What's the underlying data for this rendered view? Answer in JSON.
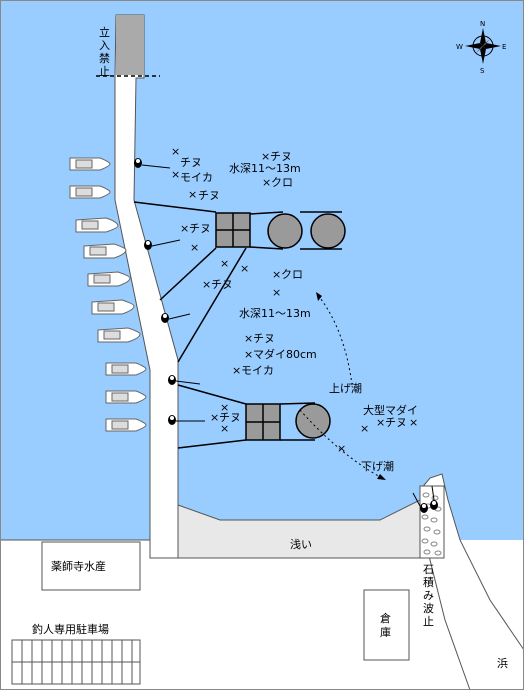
{
  "colors": {
    "sea": "#99CCFF",
    "land": "#FFFFFF",
    "shallow": "#E8E8E8",
    "tank": "#9A9A9A",
    "pier": "#FFFFFF"
  },
  "labels": {
    "restricted": [
      "立",
      "入",
      "禁",
      "止"
    ],
    "depth_upper": "水深11～13m",
    "depth_lower": "水深11～13m",
    "rising_tide": "上げ潮",
    "falling_tide": "下げ潮",
    "shallow": "浅い",
    "seawall": [
      "石",
      "積",
      "み",
      "波",
      "止"
    ],
    "fish_shop": "薬師寺水産",
    "parking": "釣人専用駐車場",
    "warehouse": [
      "倉",
      "庫"
    ],
    "beach": "浜"
  },
  "fish_marks": {
    "m1": "×",
    "chinu": "チヌ",
    "moika": "モイカ",
    "kuro": "クロ",
    "madai": "マダイ80cm",
    "omadai": "大型マダイ"
  },
  "compass": {
    "n": "N",
    "e": "E",
    "s": "S",
    "w": "W"
  },
  "icons": [
    "angler-icon",
    "boat-icon",
    "compass-icon"
  ]
}
